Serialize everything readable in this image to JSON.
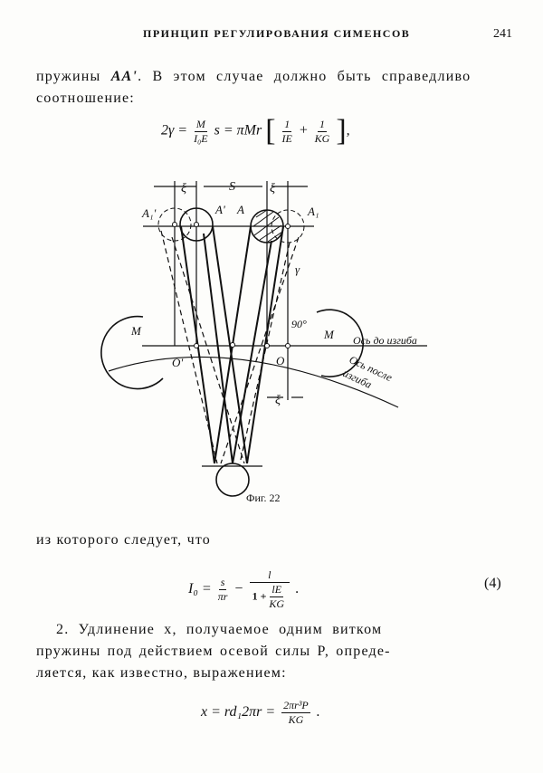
{
  "header": {
    "running_title": "ПРИНЦИП РЕГУЛИРОВАНИЯ СИМЕНСОВ",
    "page_number": "241"
  },
  "para1": {
    "line1_a": "пружины",
    "line1_sym": "AA'",
    "line1_b": ". В этом случае должно быть справедливо",
    "line2": "соотношение:"
  },
  "eq1": {
    "lhs": "2γ =",
    "f1_num": "M",
    "f1_den": "I₀E",
    "mid": "s = πMr",
    "f2_num": "1",
    "f2_den": "IE",
    "plus": "+",
    "f3_num": "1",
    "f3_den": "KG",
    "tail": ","
  },
  "figure": {
    "caption": "Фиг. 22",
    "labels": {
      "xi_left": "ξ",
      "s": "S",
      "xi_right": "ξ",
      "xi_bottom": "ξ",
      "a1_prime": "A₁'",
      "a_prime": "A'",
      "a": "A",
      "a1": "A₁",
      "gamma": "γ",
      "angle": "90°",
      "m_left": "M",
      "m_right": "M",
      "o_prime": "O'",
      "o": "O",
      "axis_before": "Ось до изгиба",
      "axis_after_1": "Ось после",
      "axis_after_2": "изгиба"
    }
  },
  "para2": {
    "text": "из которого следует, что"
  },
  "eq4": {
    "lhs": "I₀ =",
    "f1_num": "s",
    "f1_den": "πr",
    "minus": "−",
    "f2_num": "l",
    "f2_den_a": "1 +",
    "f2_den_num": "lE",
    "f2_den_den": "KG",
    "tail": ".",
    "number": "(4)"
  },
  "para3": {
    "line1": "2. Удлинение x, получаемое одним витком",
    "line2": "пружины под действием осевой силы P, опреде-",
    "line3": "ляется, как известно, выражением:"
  },
  "eq5": {
    "lhs": "x = rd₁2πr =",
    "f_num": "2πr³P",
    "f_den": "KG",
    "tail": "."
  }
}
